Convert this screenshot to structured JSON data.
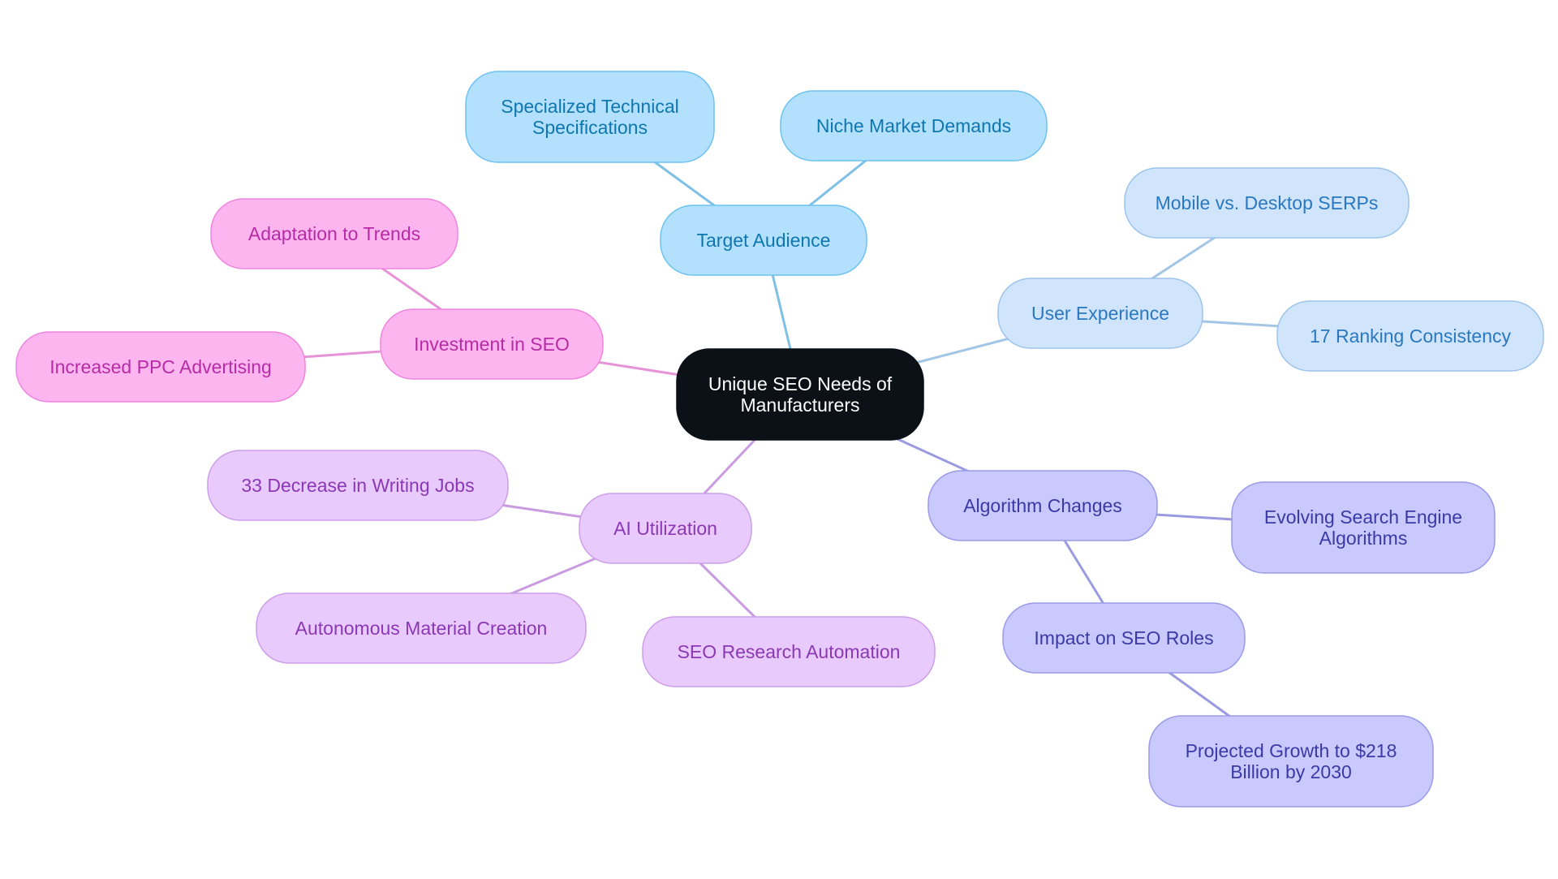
{
  "diagram": {
    "type": "mindmap",
    "root": {
      "id": "root",
      "lines": [
        "Unique SEO Needs of",
        "Manufacturers"
      ],
      "fill": "#0b1117",
      "stroke": "#0b1117",
      "text_color": "#ffffff"
    },
    "branches": [
      {
        "id": "target-audience",
        "lines": [
          "Target Audience"
        ],
        "colors": {
          "fill": "#b3e0fd",
          "stroke": "#6ec2ef",
          "text": "#0f77b0",
          "edge": "#7fc0e6"
        },
        "children": [
          {
            "id": "specialized-technical-specifications",
            "lines": [
              "Specialized Technical",
              "Specifications"
            ]
          },
          {
            "id": "niche-market-demands",
            "lines": [
              "Niche Market Demands"
            ]
          }
        ]
      },
      {
        "id": "user-experience",
        "lines": [
          "User Experience"
        ],
        "colors": {
          "fill": "#d0e4fb",
          "stroke": "#9cc4ec",
          "text": "#2a78bf",
          "edge": "#a3c6e6"
        },
        "children": [
          {
            "id": "mobile-vs-desktop-serps",
            "lines": [
              "Mobile vs. Desktop SERPs"
            ]
          },
          {
            "id": "17-ranking-consistency",
            "lines": [
              "17 Ranking Consistency"
            ]
          }
        ]
      },
      {
        "id": "algorithm-changes",
        "lines": [
          "Algorithm Changes"
        ],
        "colors": {
          "fill": "#c9c9fd",
          "stroke": "#9a9aea",
          "text": "#3a3aa6",
          "edge": "#9a9ae0"
        },
        "children": [
          {
            "id": "evolving-search-engine-algorithms",
            "lines": [
              "Evolving Search Engine",
              "Algorithms"
            ]
          },
          {
            "id": "impact-on-seo-roles",
            "lines": [
              "Impact on SEO Roles"
            ],
            "children": [
              {
                "id": "projected-growth",
                "lines": [
                  "Projected Growth to $218",
                  "Billion by 2030"
                ]
              }
            ]
          }
        ]
      },
      {
        "id": "ai-utilization",
        "lines": [
          "AI Utilization"
        ],
        "colors": {
          "fill": "#e9cafd",
          "stroke": "#cd9ee9",
          "text": "#8a38b4",
          "edge": "#c99be0"
        },
        "children": [
          {
            "id": "33-decrease-in-writing-jobs",
            "lines": [
              "33 Decrease in Writing Jobs"
            ]
          },
          {
            "id": "autonomous-material-creation",
            "lines": [
              "Autonomous Material Creation"
            ]
          },
          {
            "id": "seo-research-automation",
            "lines": [
              "SEO Research Automation"
            ]
          }
        ]
      },
      {
        "id": "investment-in-seo",
        "lines": [
          "Investment in SEO"
        ],
        "colors": {
          "fill": "#fdb5f0",
          "stroke": "#ef86dd",
          "text": "#b62ca5",
          "edge": "#e693d8"
        },
        "children": [
          {
            "id": "adaptation-to-trends",
            "lines": [
              "Adaptation to Trends"
            ]
          },
          {
            "id": "increased-ppc-advertising",
            "lines": [
              "Increased PPC Advertising"
            ]
          }
        ]
      }
    ]
  }
}
